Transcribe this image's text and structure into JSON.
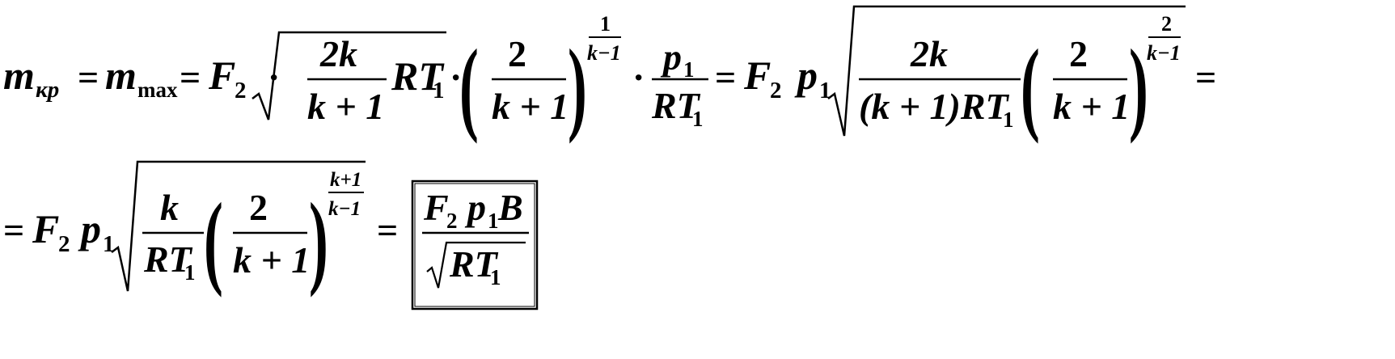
{
  "formula": {
    "line1": {
      "m": "m",
      "sub_kp": "кр",
      "eq1": "=",
      "m2": "m",
      "sub_max": "max",
      "eq2": "=",
      "F": "F",
      "sub_2": "2",
      "dot1": "·",
      "num_2k": "2k",
      "den_k1": "k + 1",
      "RT": "RT",
      "sub_1": "1",
      "dot2": "·",
      "paren_open": "(",
      "num_2": "2",
      "den_k1b": "k + 1",
      "paren_close": ")",
      "exp_num": "1",
      "exp_den": "k−1",
      "dot3": "·",
      "p": "p",
      "sub_1b": "1",
      "RT2": "RT",
      "sub_1c": "1",
      "eq3": "=",
      "F2": "F",
      "sub_2b": "2",
      "p2": "p",
      "sub_1d": "1",
      "num_2k_b": "2k",
      "den_k1RT": "(k + 1)RT",
      "sub_1e": "1",
      "paren_open2": "(",
      "num_2b": "2",
      "den_k1c": "k + 1",
      "paren_close2": ")",
      "exp2_num": "2",
      "exp2_den": "k−1",
      "eq4": "="
    },
    "line2": {
      "eq5": "=",
      "F3": "F",
      "sub_2c": "2",
      "p3": "p",
      "sub_1f": "1",
      "num_k": "k",
      "den_RT": "RT",
      "sub_1g": "1",
      "paren_open3": "(",
      "num_2c": "2",
      "den_k1d": "k + 1",
      "paren_close3": ")",
      "exp3_num": "k+1",
      "exp3_den": "k−1",
      "eq6": "=",
      "box_F": "F",
      "box_sub_2": "2",
      "box_p": "p",
      "box_sub_1": "1",
      "box_B": "B",
      "box_RT": "RT",
      "box_sub_1b": "1"
    }
  }
}
